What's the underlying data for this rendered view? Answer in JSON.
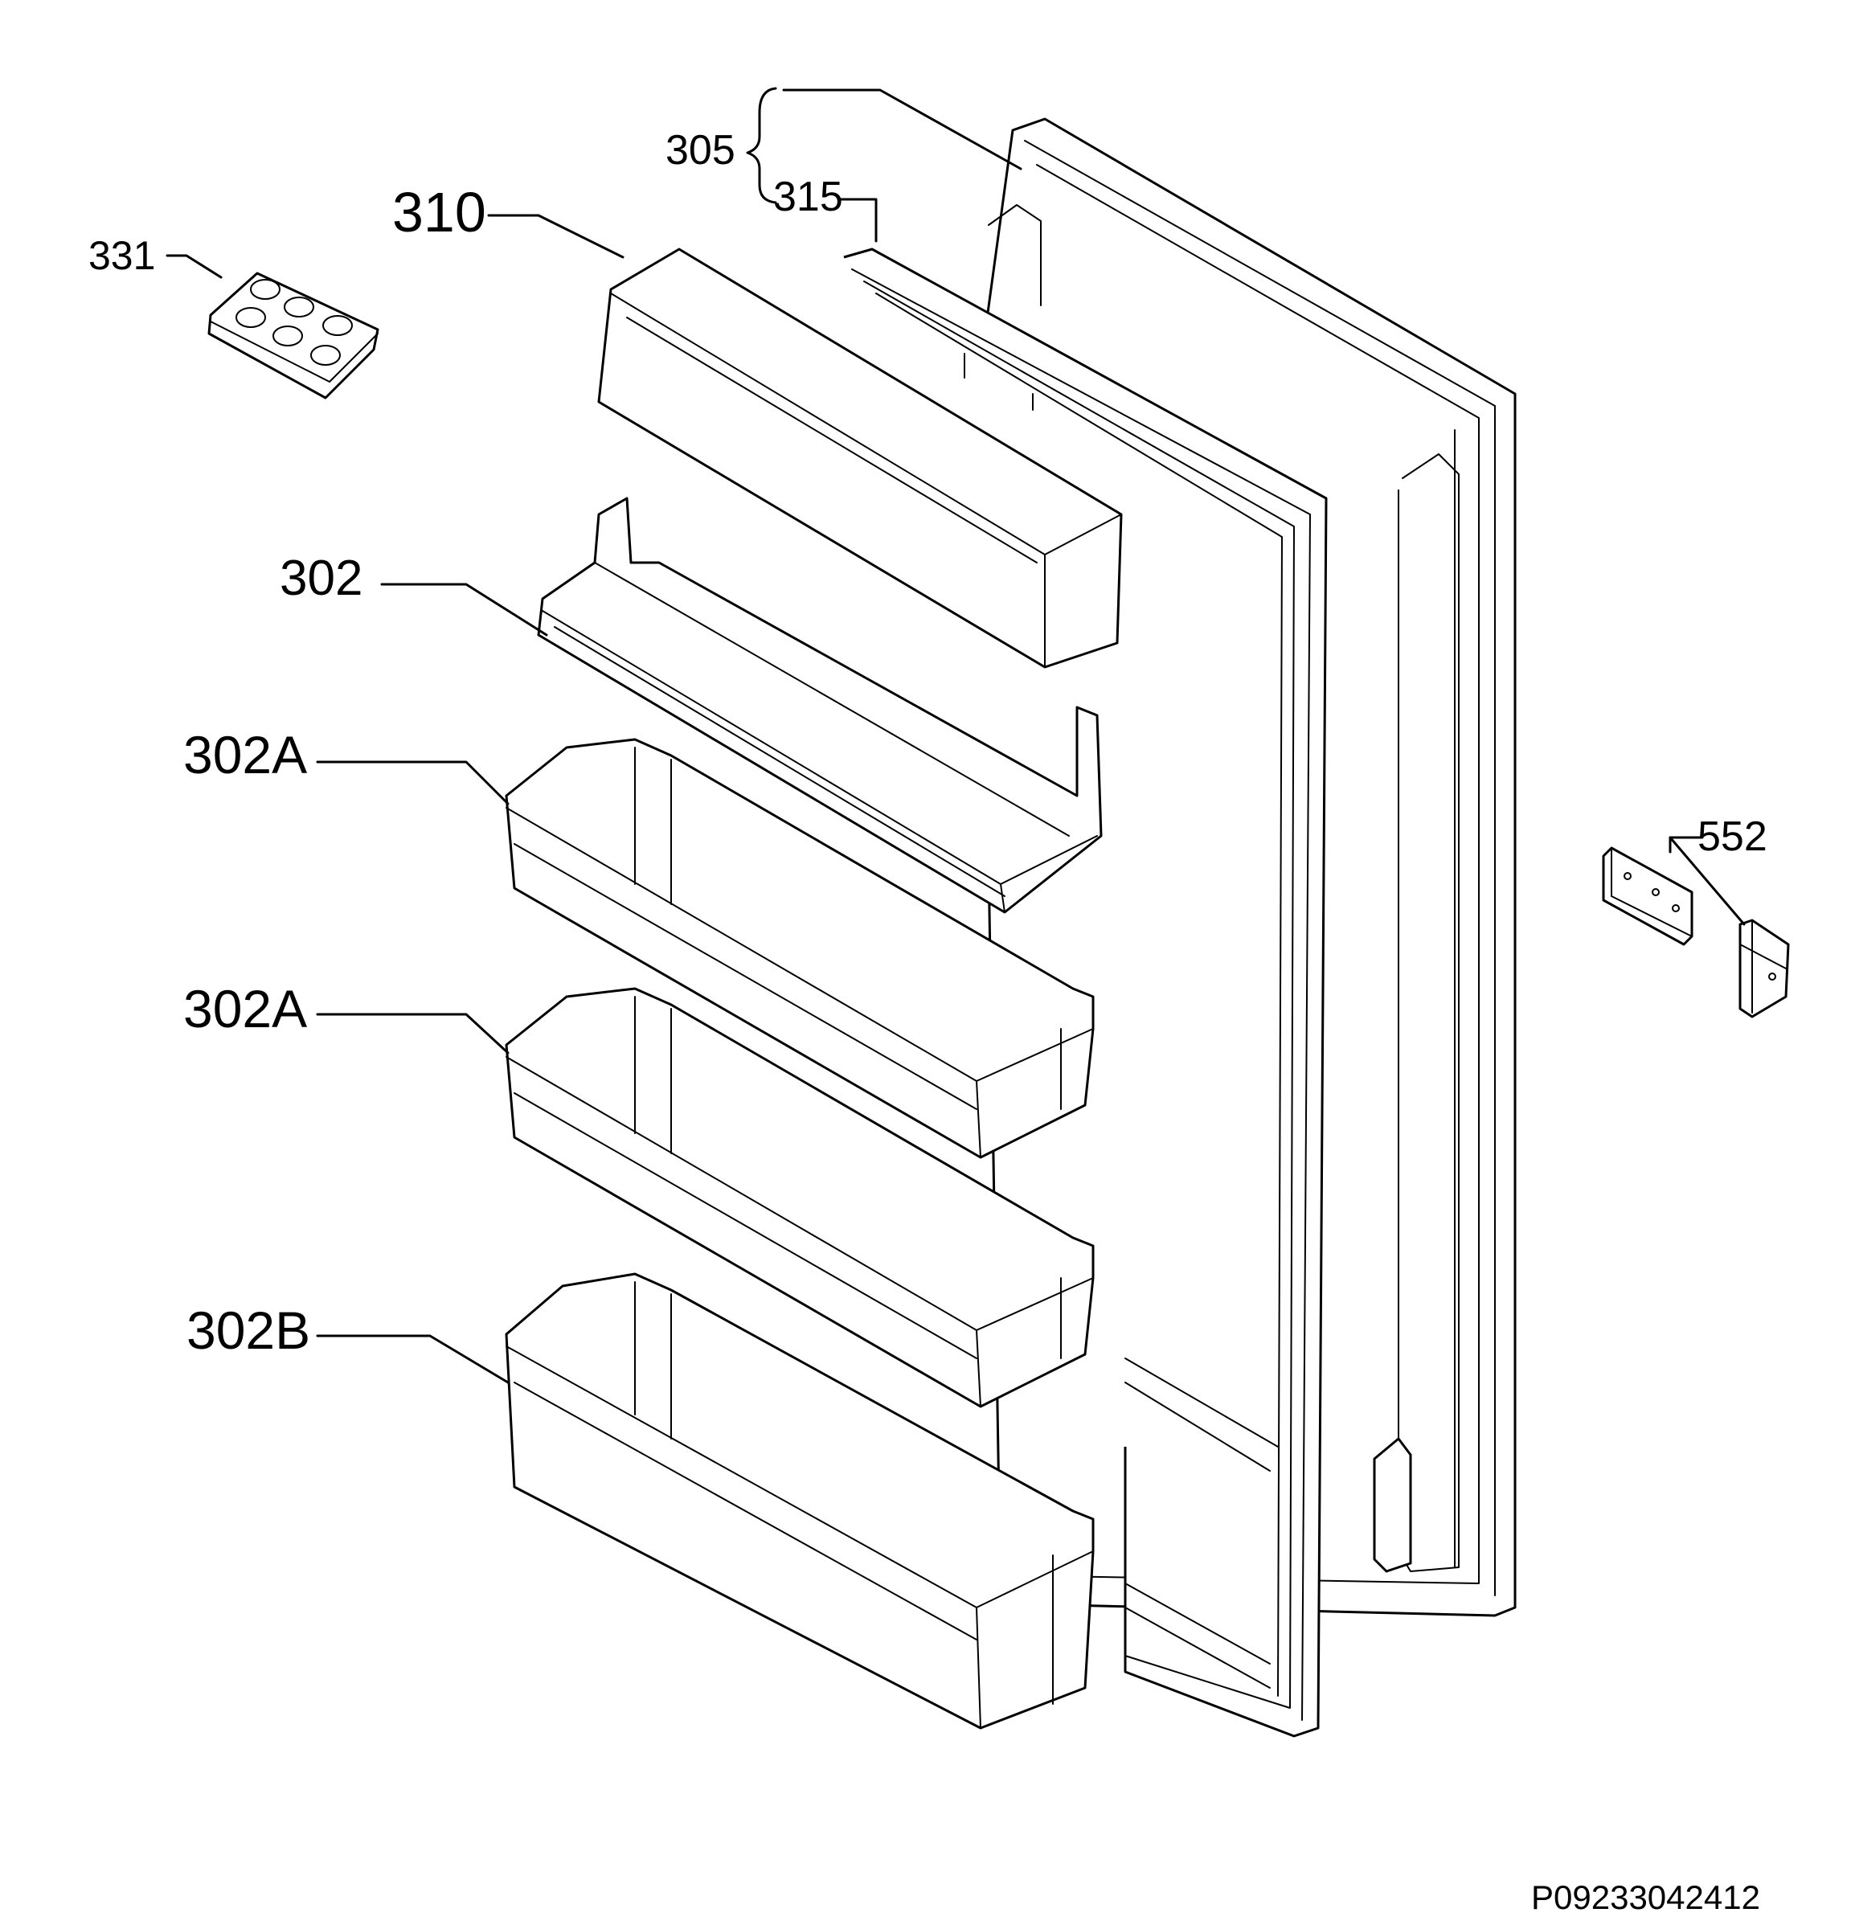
{
  "labels": {
    "p305": "305",
    "p315": "315",
    "p310": "310",
    "p331": "331",
    "p302": "302",
    "p302a_1": "302A",
    "p302a_2": "302A",
    "p302b": "302B",
    "p552": "552"
  },
  "drawing_number": "P09233042412",
  "colors": {
    "line": "#000000",
    "background": "#ffffff"
  }
}
